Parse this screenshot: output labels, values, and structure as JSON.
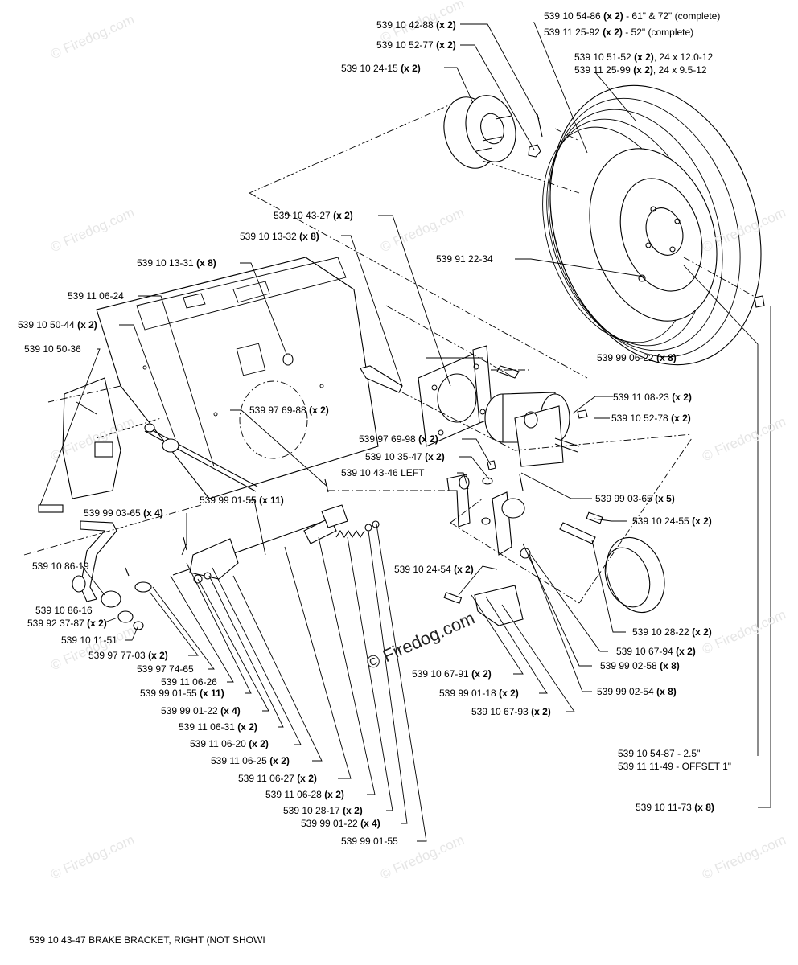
{
  "watermarks": [
    {
      "text": "© Firedog.com"
    },
    {
      "text": "© Firedog.com"
    },
    {
      "text": "© Firedog.com"
    },
    {
      "text": "© Firedog.com"
    },
    {
      "text": "© Firedog.com"
    },
    {
      "text": "© Firedog.com"
    },
    {
      "text": "© Firedog.com"
    },
    {
      "text": "© Firedog.com"
    },
    {
      "text": "© Firedog.com"
    },
    {
      "text": "© Firedog.com"
    },
    {
      "text": "© Firedog.com"
    },
    {
      "text": "© Firedog.com"
    }
  ],
  "center_watermark": "© Firedog.com",
  "callouts": [
    {
      "part": "539 10 42-88",
      "qty": "(x 2)",
      "extra": ""
    },
    {
      "part": "539 10 52-77",
      "qty": "(x 2)",
      "extra": ""
    },
    {
      "part": "539 10 24-15",
      "qty": "(x 2)",
      "extra": ""
    },
    {
      "part": "539 10 54-86",
      "qty": "(x 2)",
      "extra": " - 61\" & 72\" (complete)"
    },
    {
      "part": "539 11 25-92",
      "qty": "(x 2)",
      "extra": " - 52\" (complete)"
    },
    {
      "part": "539 10 51-52",
      "qty": "(x 2)",
      "extra": ", 24 x 12.0-12"
    },
    {
      "part": "539 11 25-99",
      "qty": "(x 2)",
      "extra": ", 24 x 9.5-12"
    },
    {
      "part": "539 10 43-27",
      "qty": "(x 2)",
      "extra": ""
    },
    {
      "part": "539 10 13-32",
      "qty": "(x 8)",
      "extra": ""
    },
    {
      "part": "539 91 22-34",
      "qty": "",
      "extra": ""
    },
    {
      "part": "539 10 13-31",
      "qty": "(x 8)",
      "extra": ""
    },
    {
      "part": "539 11 06-24",
      "qty": "",
      "extra": ""
    },
    {
      "part": "539 10 50-44",
      "qty": "(x 2)",
      "extra": ""
    },
    {
      "part": "539 10 50-36",
      "qty": "",
      "extra": ""
    },
    {
      "part": "539 99 06-22",
      "qty": "(x 8)",
      "extra": ""
    },
    {
      "part": "539 11 08-23",
      "qty": "(x 2)",
      "extra": ""
    },
    {
      "part": "539 10 52-78",
      "qty": "(x 2)",
      "extra": ""
    },
    {
      "part": "539 97 69-88",
      "qty": "(x 2)",
      "extra": ""
    },
    {
      "part": "539 97 69-98",
      "qty": "(x 2)",
      "extra": ""
    },
    {
      "part": "539 10 35-47",
      "qty": "(x 2)",
      "extra": ""
    },
    {
      "part": "539 10 43-46 LEFT",
      "qty": "",
      "extra": ""
    },
    {
      "part": "539 99 03-65",
      "qty": "(x 5)",
      "extra": ""
    },
    {
      "part": "539 99 03-65",
      "qty": "(x 4)",
      "extra": ""
    },
    {
      "part": "539 99 01-55",
      "qty": "(x 11)",
      "extra": ""
    },
    {
      "part": "539 10 24-55",
      "qty": "(x 2)",
      "extra": ""
    },
    {
      "part": "539 10 86-19",
      "qty": "",
      "extra": ""
    },
    {
      "part": "539 10 24-54",
      "qty": "(x 2)",
      "extra": ""
    },
    {
      "part": "539 10 86-16",
      "qty": "",
      "extra": ""
    },
    {
      "part": "539 92 37-87",
      "qty": "(x 2)",
      "extra": ""
    },
    {
      "part": "539 10 11-51",
      "qty": "",
      "extra": ""
    },
    {
      "part": "539 10 28-22",
      "qty": "(x 2)",
      "extra": ""
    },
    {
      "part": "539 10 67-94",
      "qty": "(x 2)",
      "extra": ""
    },
    {
      "part": "539 99 02-58",
      "qty": "(x 8)",
      "extra": ""
    },
    {
      "part": "539 97 77-03",
      "qty": "(x 2)",
      "extra": ""
    },
    {
      "part": "539 97 74-65",
      "qty": "",
      "extra": ""
    },
    {
      "part": "539 10 67-91",
      "qty": "(x 2)",
      "extra": ""
    },
    {
      "part": "539 11 06-26",
      "qty": "",
      "extra": ""
    },
    {
      "part": "539 99 01-55",
      "qty": "(x 11)",
      "extra": ""
    },
    {
      "part": "539 99 01-18",
      "qty": "(x 2)",
      "extra": ""
    },
    {
      "part": "539 99 02-54",
      "qty": "(x 8)",
      "extra": ""
    },
    {
      "part": "539 99 01-22",
      "qty": "(x 4)",
      "extra": ""
    },
    {
      "part": "539 10 67-93",
      "qty": "(x 2)",
      "extra": ""
    },
    {
      "part": "539 11 06-31",
      "qty": "(x 2)",
      "extra": ""
    },
    {
      "part": "539 11 06-20",
      "qty": "(x 2)",
      "extra": ""
    },
    {
      "part": "539 10 54-87",
      "qty": "",
      "extra": " - 2.5\""
    },
    {
      "part": "539 11 11-49",
      "qty": "",
      "extra": " - OFFSET 1\""
    },
    {
      "part": "539 11 06-25",
      "qty": "(x 2)",
      "extra": ""
    },
    {
      "part": "539 11 06-27",
      "qty": "(x 2)",
      "extra": ""
    },
    {
      "part": "539 11 06-28",
      "qty": "(x 2)",
      "extra": ""
    },
    {
      "part": "539 10 11-73",
      "qty": "(x 8)",
      "extra": ""
    },
    {
      "part": "539 10 28-17",
      "qty": "(x 2)",
      "extra": ""
    },
    {
      "part": "539 99 01-22",
      "qty": "(x 4)",
      "extra": ""
    },
    {
      "part": "539 99 01-55",
      "qty": "",
      "extra": ""
    }
  ],
  "footer": "539 10 43-47 BRAKE BRACKET, RIGHT (NOT SHOWI"
}
